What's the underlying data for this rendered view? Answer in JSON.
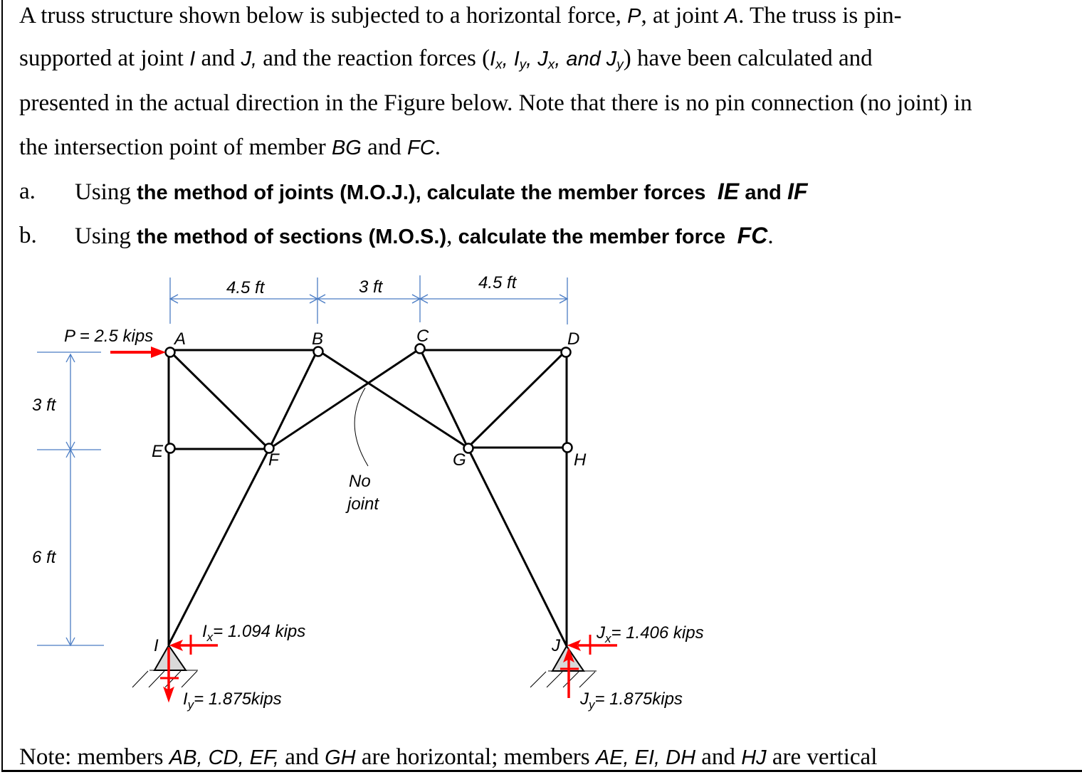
{
  "problem": {
    "intro_line1_a": "A truss structure shown below is subjected to a horizontal force,",
    "intro_P": "P",
    "intro_line1_b": ", at joint",
    "intro_A": "A",
    "intro_line1_c": ". The truss is pin-",
    "intro_line2_a": "supported at joint",
    "intro_I": "I",
    "intro_line2_b": "and",
    "intro_J": "J,",
    "intro_line2_c": "and the reaction forces (",
    "intro_reactions": "Ix, Iy, Jx, and Jy",
    "intro_line2_d": ") have been calculated and",
    "intro_line3": "presented in the actual direction in the Figure below. Note that there is no pin connection (no joint) in",
    "intro_line4_a": "the intersection point of member",
    "intro_BG": "BG",
    "intro_line4_b": "and",
    "intro_FC": "FC",
    "intro_line4_c": "."
  },
  "questions": [
    {
      "label": "a.",
      "prefix": "Using",
      "bold": "the method of joints (M.O.J.), calculate the member forces",
      "var1": "IE",
      "join": "and",
      "var2": "IF",
      "suffix": ""
    },
    {
      "label": "b.",
      "prefix": "Using",
      "bold": "the method of sections (M.O.S.)",
      "comma": ",",
      "bold2": "calculate the member force",
      "var1": "FC",
      "suffix": "."
    }
  ],
  "figure": {
    "dimensions": {
      "top": [
        "4.5 ft",
        "3 ft",
        "4.5 ft"
      ],
      "left": [
        "3 ft",
        "6 ft"
      ]
    },
    "load": {
      "label": "P = 2.5 kips",
      "color": "#ff0000"
    },
    "joints": [
      "A",
      "B",
      "C",
      "D",
      "E",
      "F",
      "G",
      "H",
      "I",
      "J"
    ],
    "no_joint_label_1": "No",
    "no_joint_label_2": "joint",
    "reactions": {
      "Ix": "= 1.094 kips",
      "Iy": "= 1.875kips",
      "Jx": "= 1.406 kips",
      "Jy": "= 1.875kips"
    },
    "colors": {
      "members": "#000000",
      "dimension": "#4a7cc4",
      "force": "#ff0000",
      "support": "#d9d9d9"
    }
  },
  "note": {
    "a": "Note: members",
    "h_members": "AB, CD, EF,",
    "b": "and",
    "gh": "GH",
    "c": "are horizontal; members",
    "v_members": "AE, EI, DH",
    "d": "and",
    "hj": "HJ",
    "e": "are vertical"
  }
}
